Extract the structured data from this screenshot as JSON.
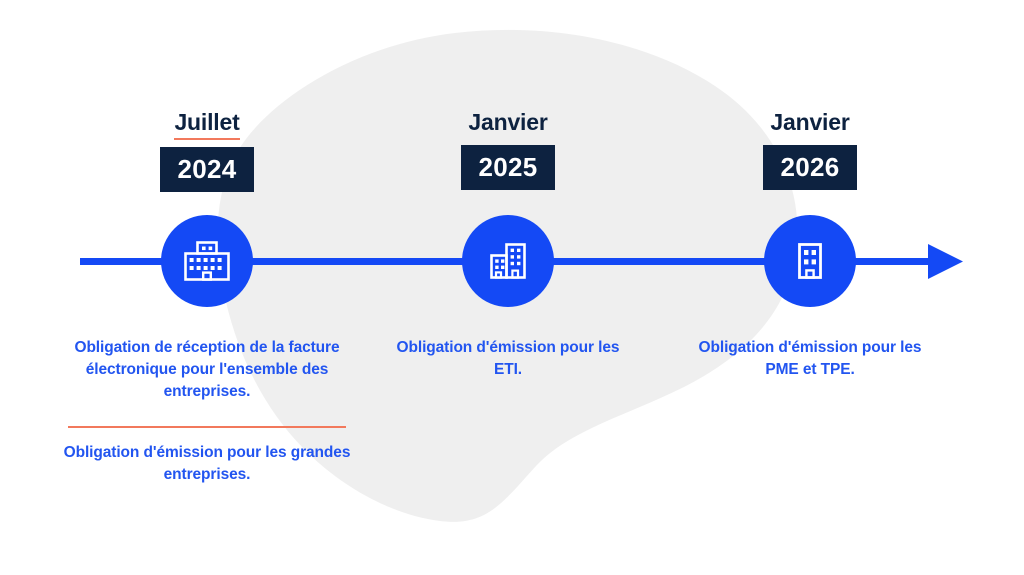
{
  "theme": {
    "background": "#ffffff",
    "blob_color": "#efefef",
    "accent_blue": "#1449f5",
    "text_blue": "#2255f0",
    "navy": "#0d2240",
    "coral": "#f2795c"
  },
  "timeline": {
    "axis_label": "timeline-axis",
    "direction": "left-to-right",
    "arrow": "arrow-right"
  },
  "milestones": [
    {
      "id": "2024",
      "month": "Juillet",
      "year": "2024",
      "month_underlined": true,
      "icon": "large-office-building-icon",
      "captions": [
        "Obligation de réception de la facture électronique pour l'ensemble des entreprises.",
        "Obligation d'émission pour les grandes entreprises."
      ],
      "has_divider": true
    },
    {
      "id": "2025",
      "month": "Janvier",
      "year": "2025",
      "month_underlined": false,
      "icon": "two-buildings-icon",
      "captions": [
        "Obligation d'émission pour les ETI."
      ],
      "has_divider": false
    },
    {
      "id": "2026",
      "month": "Janvier",
      "year": "2026",
      "month_underlined": false,
      "icon": "small-building-icon",
      "captions": [
        "Obligation d'émission pour les PME et TPE."
      ],
      "has_divider": false
    }
  ]
}
